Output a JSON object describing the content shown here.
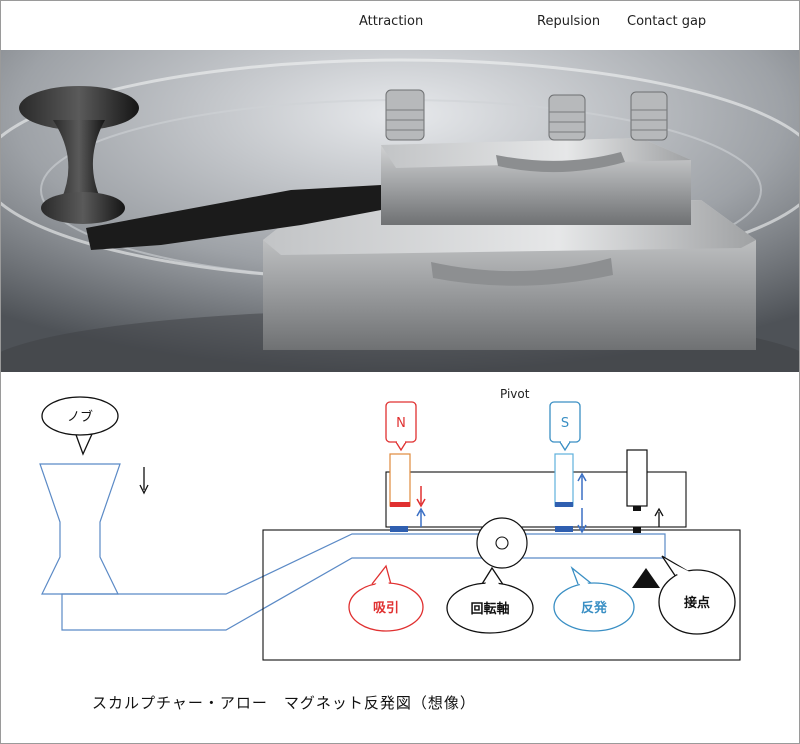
{
  "header": {
    "attraction_label": "Attraction",
    "repulsion_label": "Repulsion",
    "contact_gap_label": "Contact gap"
  },
  "diagram": {
    "pivot_label": "Pivot",
    "knob_callout": "ノブ",
    "magnet_n_label": "N",
    "magnet_s_label": "S",
    "attraction_callout": "吸引",
    "pivot_callout": "回転軸",
    "repulsion_callout": "反発",
    "contact_callout": "接点"
  },
  "caption": "スカルプチャー・アロー　マグネット反発図（想像）",
  "colors": {
    "attraction_red": "#e03030",
    "repulsion_blue": "#3a8fc4",
    "n_magnet_orange": "#e08a3c",
    "s_magnet_blue": "#5fb0dc",
    "lever_blue": "#5b8ac6",
    "magnet_mark_blue": "#2f5fb0"
  }
}
